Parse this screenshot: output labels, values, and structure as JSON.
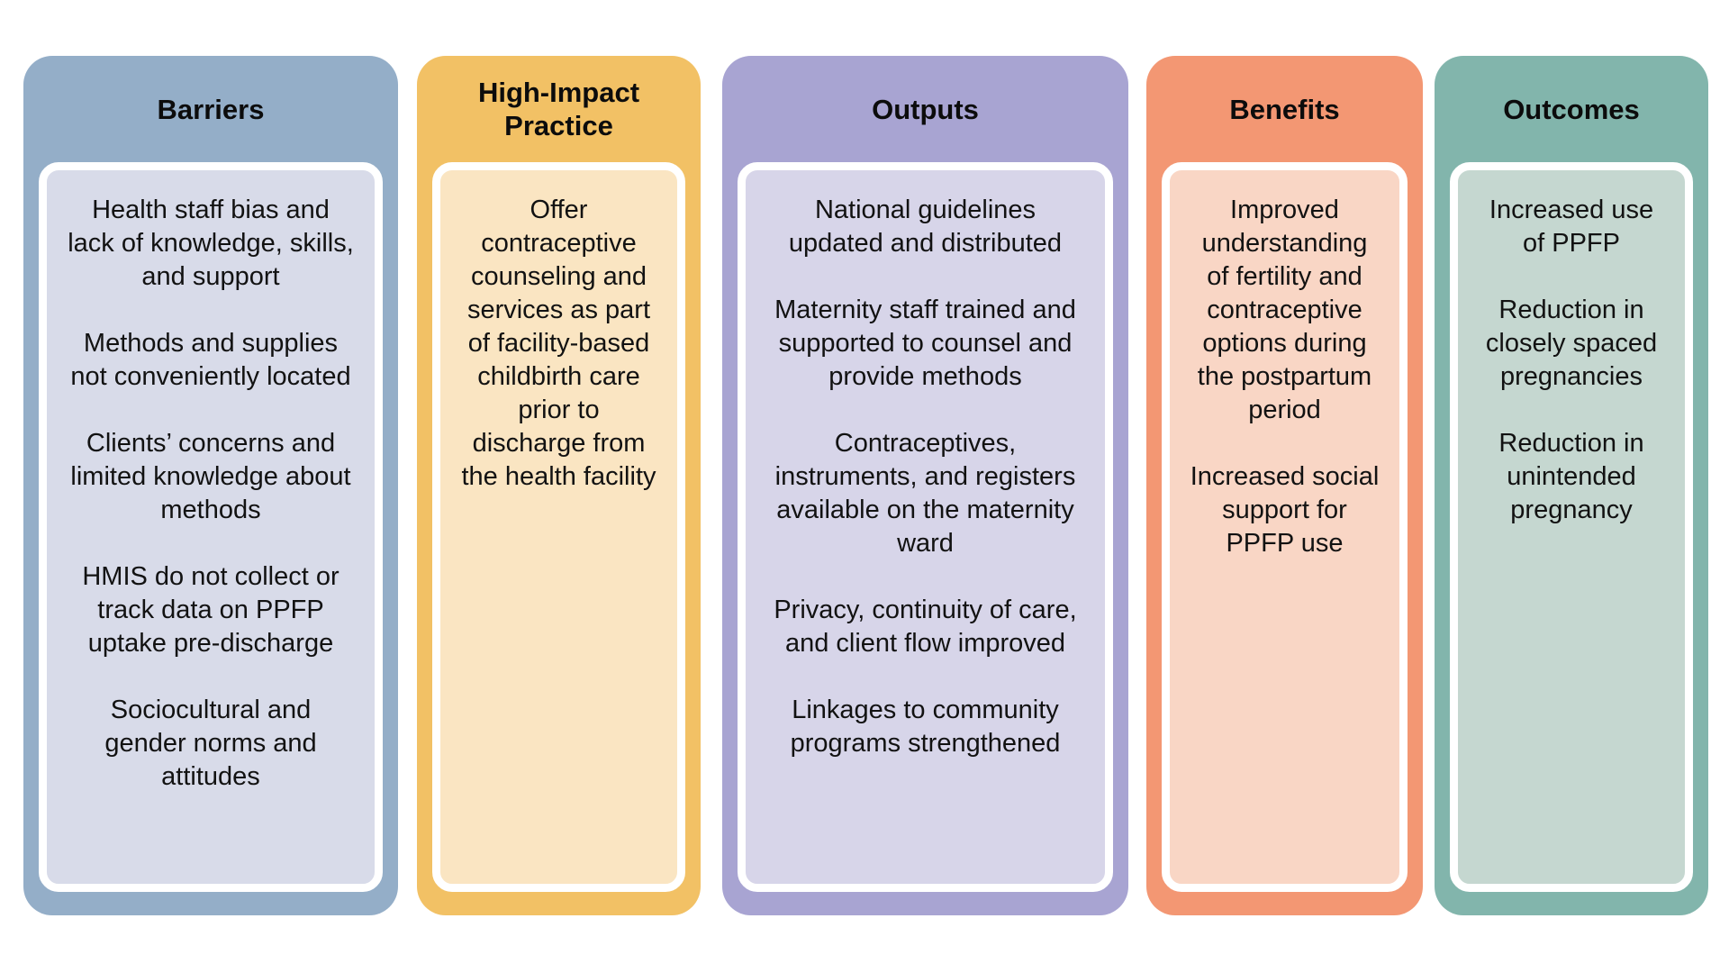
{
  "diagram": {
    "columns": [
      {
        "id": "barriers",
        "header": "Barriers",
        "colors": {
          "outer": "#94aec8",
          "inner": "#d8dbe9"
        },
        "paragraphs": [
          "Health staff bias and lack of knowledge, skills, and support",
          "Methods and supplies not conveniently located",
          "Clients’ concerns and limited knowledge about methods",
          "HMIS do not collect or track data on PPFP uptake pre-discharge",
          "Sociocultural and gender norms and attitudes"
        ]
      },
      {
        "id": "high-impact-practice",
        "header": "High-Impact Practice",
        "colors": {
          "outer": "#f2c165",
          "inner": "#fae5c2"
        },
        "paragraphs": [
          "Offer contraceptive counseling and services as part of facility-based childbirth care prior to discharge from the health facility"
        ]
      },
      {
        "id": "outputs",
        "header": "Outputs",
        "colors": {
          "outer": "#a8a4d2",
          "inner": "#d7d5e9"
        },
        "paragraphs": [
          "National guidelines updated and distributed",
          "Maternity staff trained and supported to counsel and provide methods",
          "Contraceptives, instruments, and registers available on the maternity ward",
          "Privacy, continuity of care, and client flow improved",
          "Linkages to community programs strengthened"
        ]
      },
      {
        "id": "benefits",
        "header": "Benefits",
        "colors": {
          "outer": "#f39773",
          "inner": "#f9d6c5"
        },
        "paragraphs": [
          "Improved understanding of fertility and contraceptive options during the postpartum period",
          "Increased social support for PPFP use"
        ]
      },
      {
        "id": "outcomes",
        "header": "Outcomes",
        "colors": {
          "outer": "#82b5ac",
          "inner": "#c5d7d0"
        },
        "paragraphs": [
          "Increased use of PPFP",
          "Reduction in closely spaced pregnancies",
          "Reduction in unintended pregnancy"
        ]
      }
    ]
  }
}
